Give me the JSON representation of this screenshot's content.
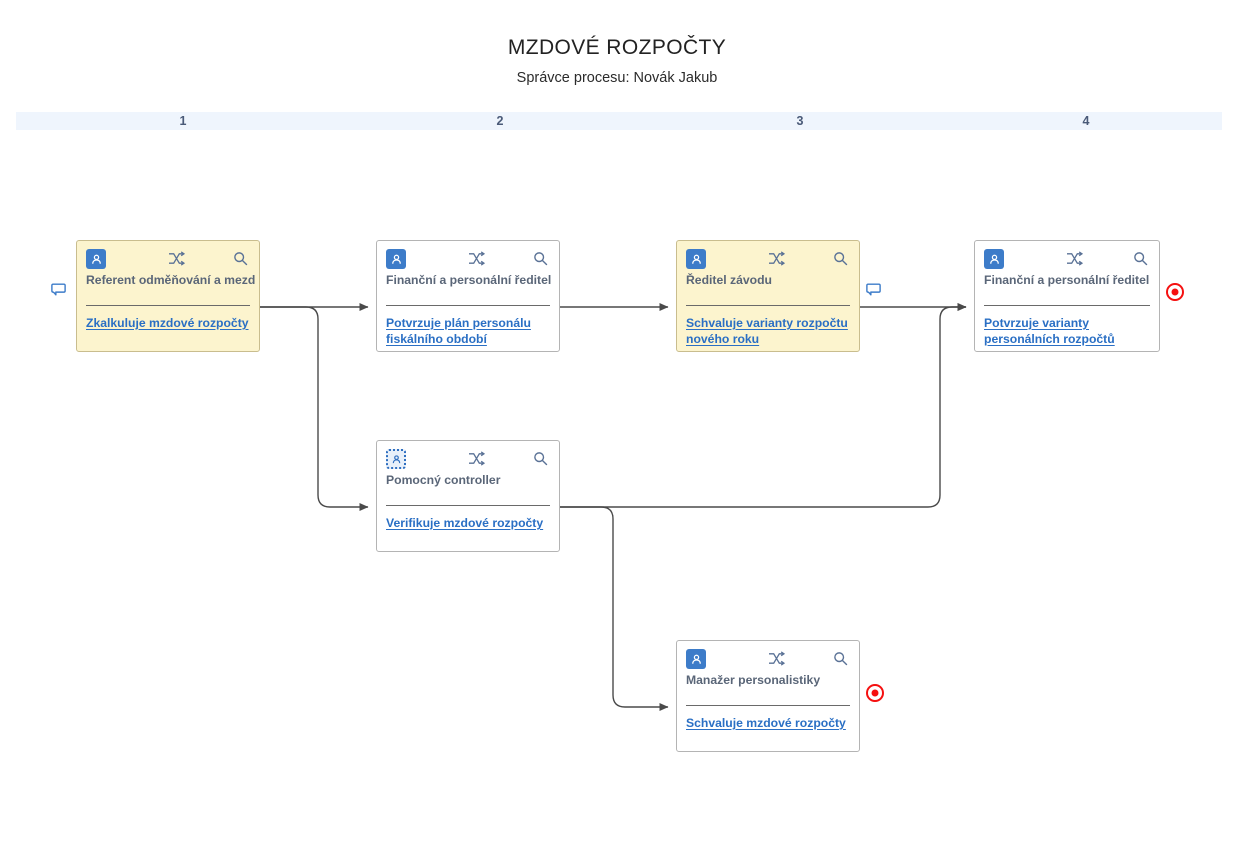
{
  "header": {
    "title": "MZDOVÉ ROZPOČTY",
    "process_owner": "Správce procesu: Novák Jakub"
  },
  "phase_band": {
    "background_color": "#eff5fd",
    "label_color": "#4a5a78",
    "labels": [
      "1",
      "2",
      "3",
      "4"
    ]
  },
  "colors": {
    "card_highlight_fill": "#fcf4ce",
    "card_highlight_border": "#c9bd8e",
    "card_default_fill": "#ffffff",
    "card_default_border": "#b4b4b4",
    "badge_blue": "#3d7cc9",
    "role_text": "#5a6678",
    "link_blue": "#2a6fc4",
    "connector": "#4a4a4a",
    "end_marker_red": "#f51010",
    "comment_icon_blue": "#3d7cc9"
  },
  "cards": [
    {
      "id": "card-referent",
      "role": "Referent odměňování a mezd",
      "activity": "Zkalkuluje mzdové rozpočty",
      "highlighted": true,
      "badge_icon": "person-badge-icon",
      "badge_style": "solid",
      "shuffle_icon": "shuffle-icon",
      "search_icon": "search-icon",
      "phase": 1
    },
    {
      "id": "card-financni-reditel-1",
      "role": "Finanční a personální ředitel",
      "activity": "Potvrzuje plán personálu fiskálního období",
      "highlighted": false,
      "badge_icon": "person-badge-icon",
      "badge_style": "solid",
      "shuffle_icon": "shuffle-icon",
      "search_icon": "search-icon",
      "phase": 2
    },
    {
      "id": "card-reditel-zavodu",
      "role": "Ředitel závodu",
      "activity": "Schvaluje varianty rozpočtu nového roku",
      "highlighted": true,
      "badge_icon": "person-badge-icon",
      "badge_style": "solid",
      "shuffle_icon": "shuffle-icon",
      "search_icon": "search-icon",
      "phase": 3
    },
    {
      "id": "card-financni-reditel-2",
      "role": "Finanční a personální ředitel",
      "activity": "Potvrzuje varianty personálních rozpočtů",
      "highlighted": false,
      "badge_icon": "person-badge-icon",
      "badge_style": "solid",
      "shuffle_icon": "shuffle-icon",
      "search_icon": "search-icon",
      "phase": 4
    },
    {
      "id": "card-pomocny-controller",
      "role": "Pomocný controller",
      "activity": "Verifikuje mzdové rozpočty",
      "highlighted": false,
      "badge_icon": "person-badge-dotted-icon",
      "badge_style": "dotted",
      "shuffle_icon": "shuffle-icon",
      "search_icon": "search-icon",
      "phase": 2
    },
    {
      "id": "card-manazer-personalistiky",
      "role": "Manažer personalistiky",
      "activity": "Schvaluje mzdové rozpočty",
      "highlighted": false,
      "badge_icon": "person-badge-icon",
      "badge_style": "solid",
      "shuffle_icon": "shuffle-icon",
      "search_icon": "search-icon",
      "phase": 3
    }
  ],
  "markers": {
    "comment_icons": [
      "comment-icon-referent",
      "comment-icon-reditel-zavodu"
    ],
    "end_markers": [
      "end-marker-financni-reditel-2",
      "end-marker-manazer-personalistiky"
    ]
  }
}
